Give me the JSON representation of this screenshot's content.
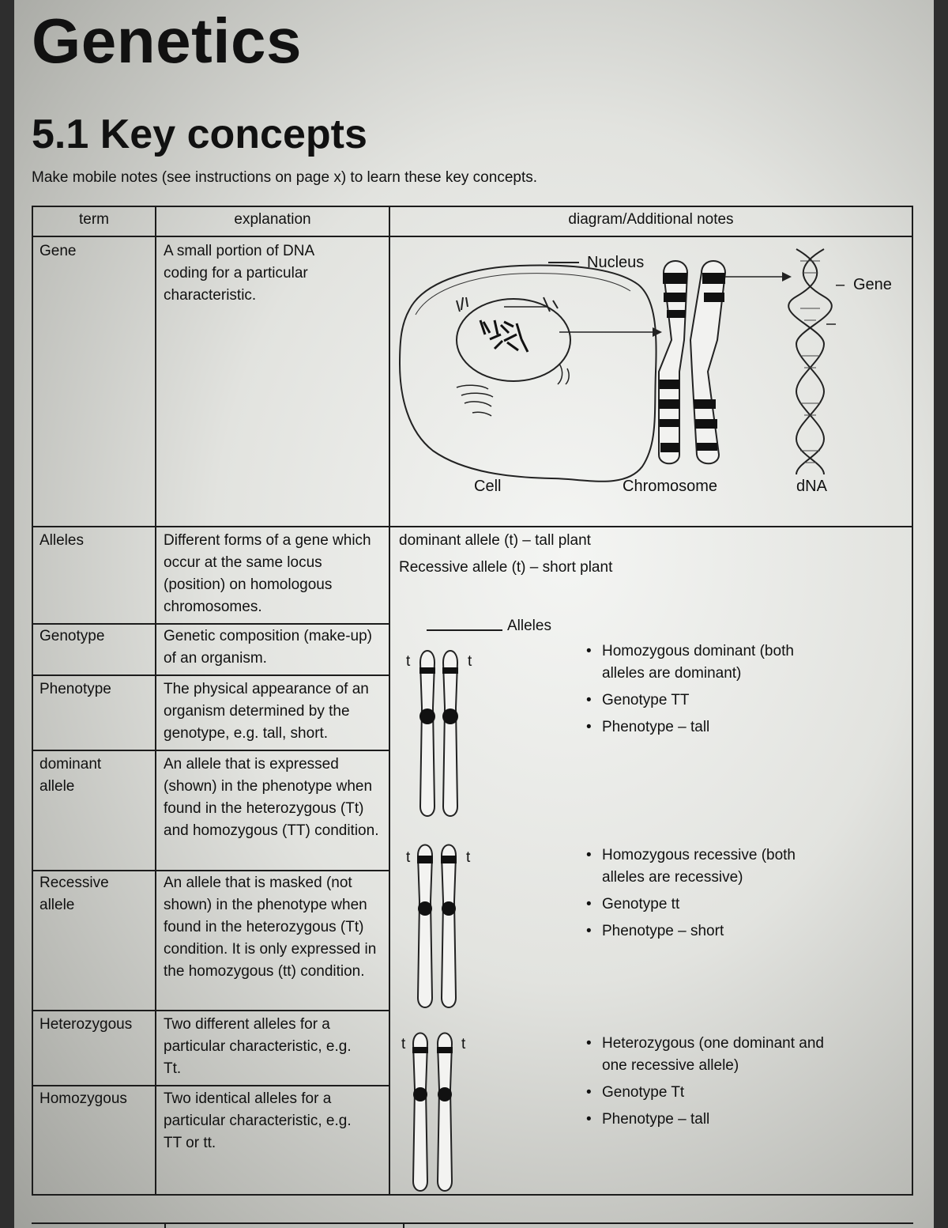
{
  "heading": "Genetics",
  "section_title": "5.1 Key concepts",
  "intro": "Make mobile notes (see instructions on page x) to learn these key concepts.",
  "columns": [
    "term",
    "explanation",
    "diagram/Additional notes"
  ],
  "rows": [
    {
      "term": "Gene",
      "explanation": "A small portion of DNA coding for a particular characteristic."
    },
    {
      "term": "Alleles",
      "explanation": "Different forms of a gene which occur at the same locus (position) on homologous chromosomes."
    },
    {
      "term": "Genotype",
      "explanation": "Genetic composition (make-up) of an organism."
    },
    {
      "term": "Phenotype",
      "explanation": "The physical appearance of an organism determined by the genotype, e.g. tall, short."
    },
    {
      "term": "dominant allele",
      "explanation": "An allele that is expressed (shown) in the phenotype when found in the heterozygous (Tt) and homozygous (TT) condition."
    },
    {
      "term": "Recessive allele",
      "explanation": "An allele that is masked (not shown) in the phenotype when found in the heterozygous (Tt) condition. It is only expressed in the homozygous (tt) condition."
    },
    {
      "term": "Heterozygous",
      "explanation": "Two different alleles for a particular characteristic, e.g. Tt."
    },
    {
      "term": "Homozygous",
      "explanation": "Two identical alleles for a particular characteristic, e.g. TT or tt."
    }
  ],
  "gene_diagram": {
    "nucleus_label": "Nucleus",
    "gene_label": "Gene",
    "cell_label": "Cell",
    "chromosome_label": "Chromosome",
    "dna_label": "dNA"
  },
  "allele_notes": {
    "dominant_line": "dominant allele (t) – tall plant",
    "recessive_line": "Recessive allele (t) – short plant",
    "alleles_label": "Alleles",
    "chromosome_tag": "t",
    "pairs": [
      {
        "bullets": [
          "Homozygous dominant (both alleles are dominant)",
          "Genotype TT",
          "Phenotype – tall"
        ]
      },
      {
        "bullets": [
          "Homozygous recessive (both alleles are recessive)",
          "Genotype tt",
          "Phenotype – short"
        ]
      },
      {
        "bullets": [
          "Heterozygous (one dominant and one recessive allele)",
          "Genotype Tt",
          "Phenotype – tall"
        ]
      }
    ]
  }
}
